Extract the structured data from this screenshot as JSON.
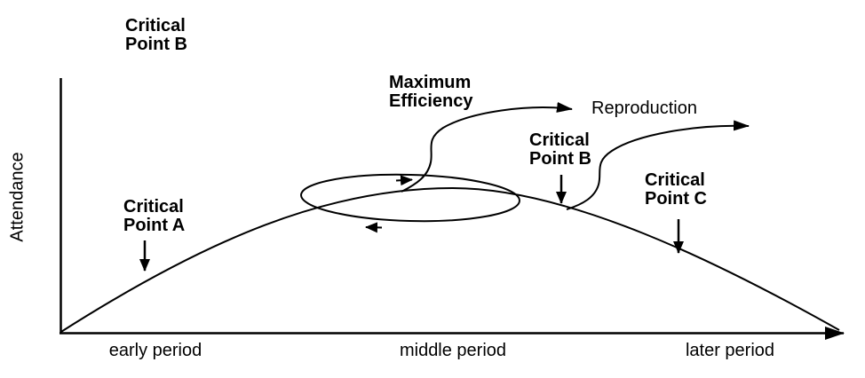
{
  "colors": {
    "background": "#ffffff",
    "ink": "#000000"
  },
  "axes": {
    "y_label": "Attendance",
    "x_tick_labels": [
      "early period",
      "middle period",
      "later period"
    ]
  },
  "annotations": {
    "critical_point_b_upper": "Critical\nPoint B",
    "maximum_efficiency": "Maximum\nEfficiency",
    "reproduction": "Reproduction",
    "critical_point_b": "Critical\nPoint B",
    "critical_point_c": "Critical\nPoint C",
    "critical_point_a": "Critical\nPoint A"
  },
  "chart_data": {
    "type": "line",
    "ylabel": "Attendance",
    "x_tick_labels": [
      "early period",
      "middle period",
      "later period"
    ],
    "curve": "single bell-shaped attendance curve rising from the origin through the early period, peaking over the middle period, then declining to meet the x-axis arrow at the far right",
    "annotations": [
      {
        "text": "Critical Point A",
        "marker": "downward arrow onto rising curve, early period"
      },
      {
        "text": "Critical Point B",
        "marker": "label at top left of figure"
      },
      {
        "text": "Maximum Efficiency",
        "marker": "label above feedback loop ellipse circling the curve peak; loop arrows run right along top edge and left along bottom edge"
      },
      {
        "text": "Reproduction",
        "marker": "two S-shaped flow arrows leaving the peak and Critical Point B, pointing up-right"
      },
      {
        "text": "Critical Point B",
        "marker": "downward arrow onto curve just right of peak"
      },
      {
        "text": "Critical Point C",
        "marker": "downward arrow onto declining curve, later period"
      }
    ]
  }
}
